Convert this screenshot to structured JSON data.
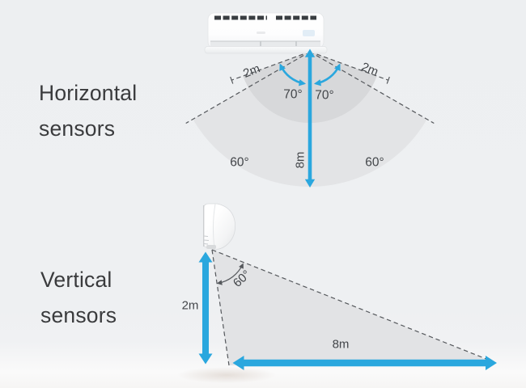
{
  "horizontal": {
    "title": "Horizontal\nsensors",
    "near_left_range": "2m",
    "near_right_range": "2m",
    "near_left_angle": "70°",
    "near_right_angle": "70°",
    "depth_range": "8m",
    "far_left_angle": "60°",
    "far_right_angle": "60°"
  },
  "vertical": {
    "title": "Vertical\nsensors",
    "cone_angle": "60°",
    "mount_height": "2m",
    "floor_reach": "8m"
  },
  "icons": {
    "ac_front": "air-conditioner-front-view",
    "ac_side": "air-conditioner-side-view"
  },
  "colors": {
    "accent_blue": "#2aa7de",
    "sector_outer": "#e3e4e6",
    "sector_inner": "#d7d8da",
    "triangle_fill": "#e2e3e5",
    "dash_line": "#55585c",
    "title_text": "#3a3b3d",
    "label_text": "#43464a",
    "background": "#eef0f2"
  }
}
